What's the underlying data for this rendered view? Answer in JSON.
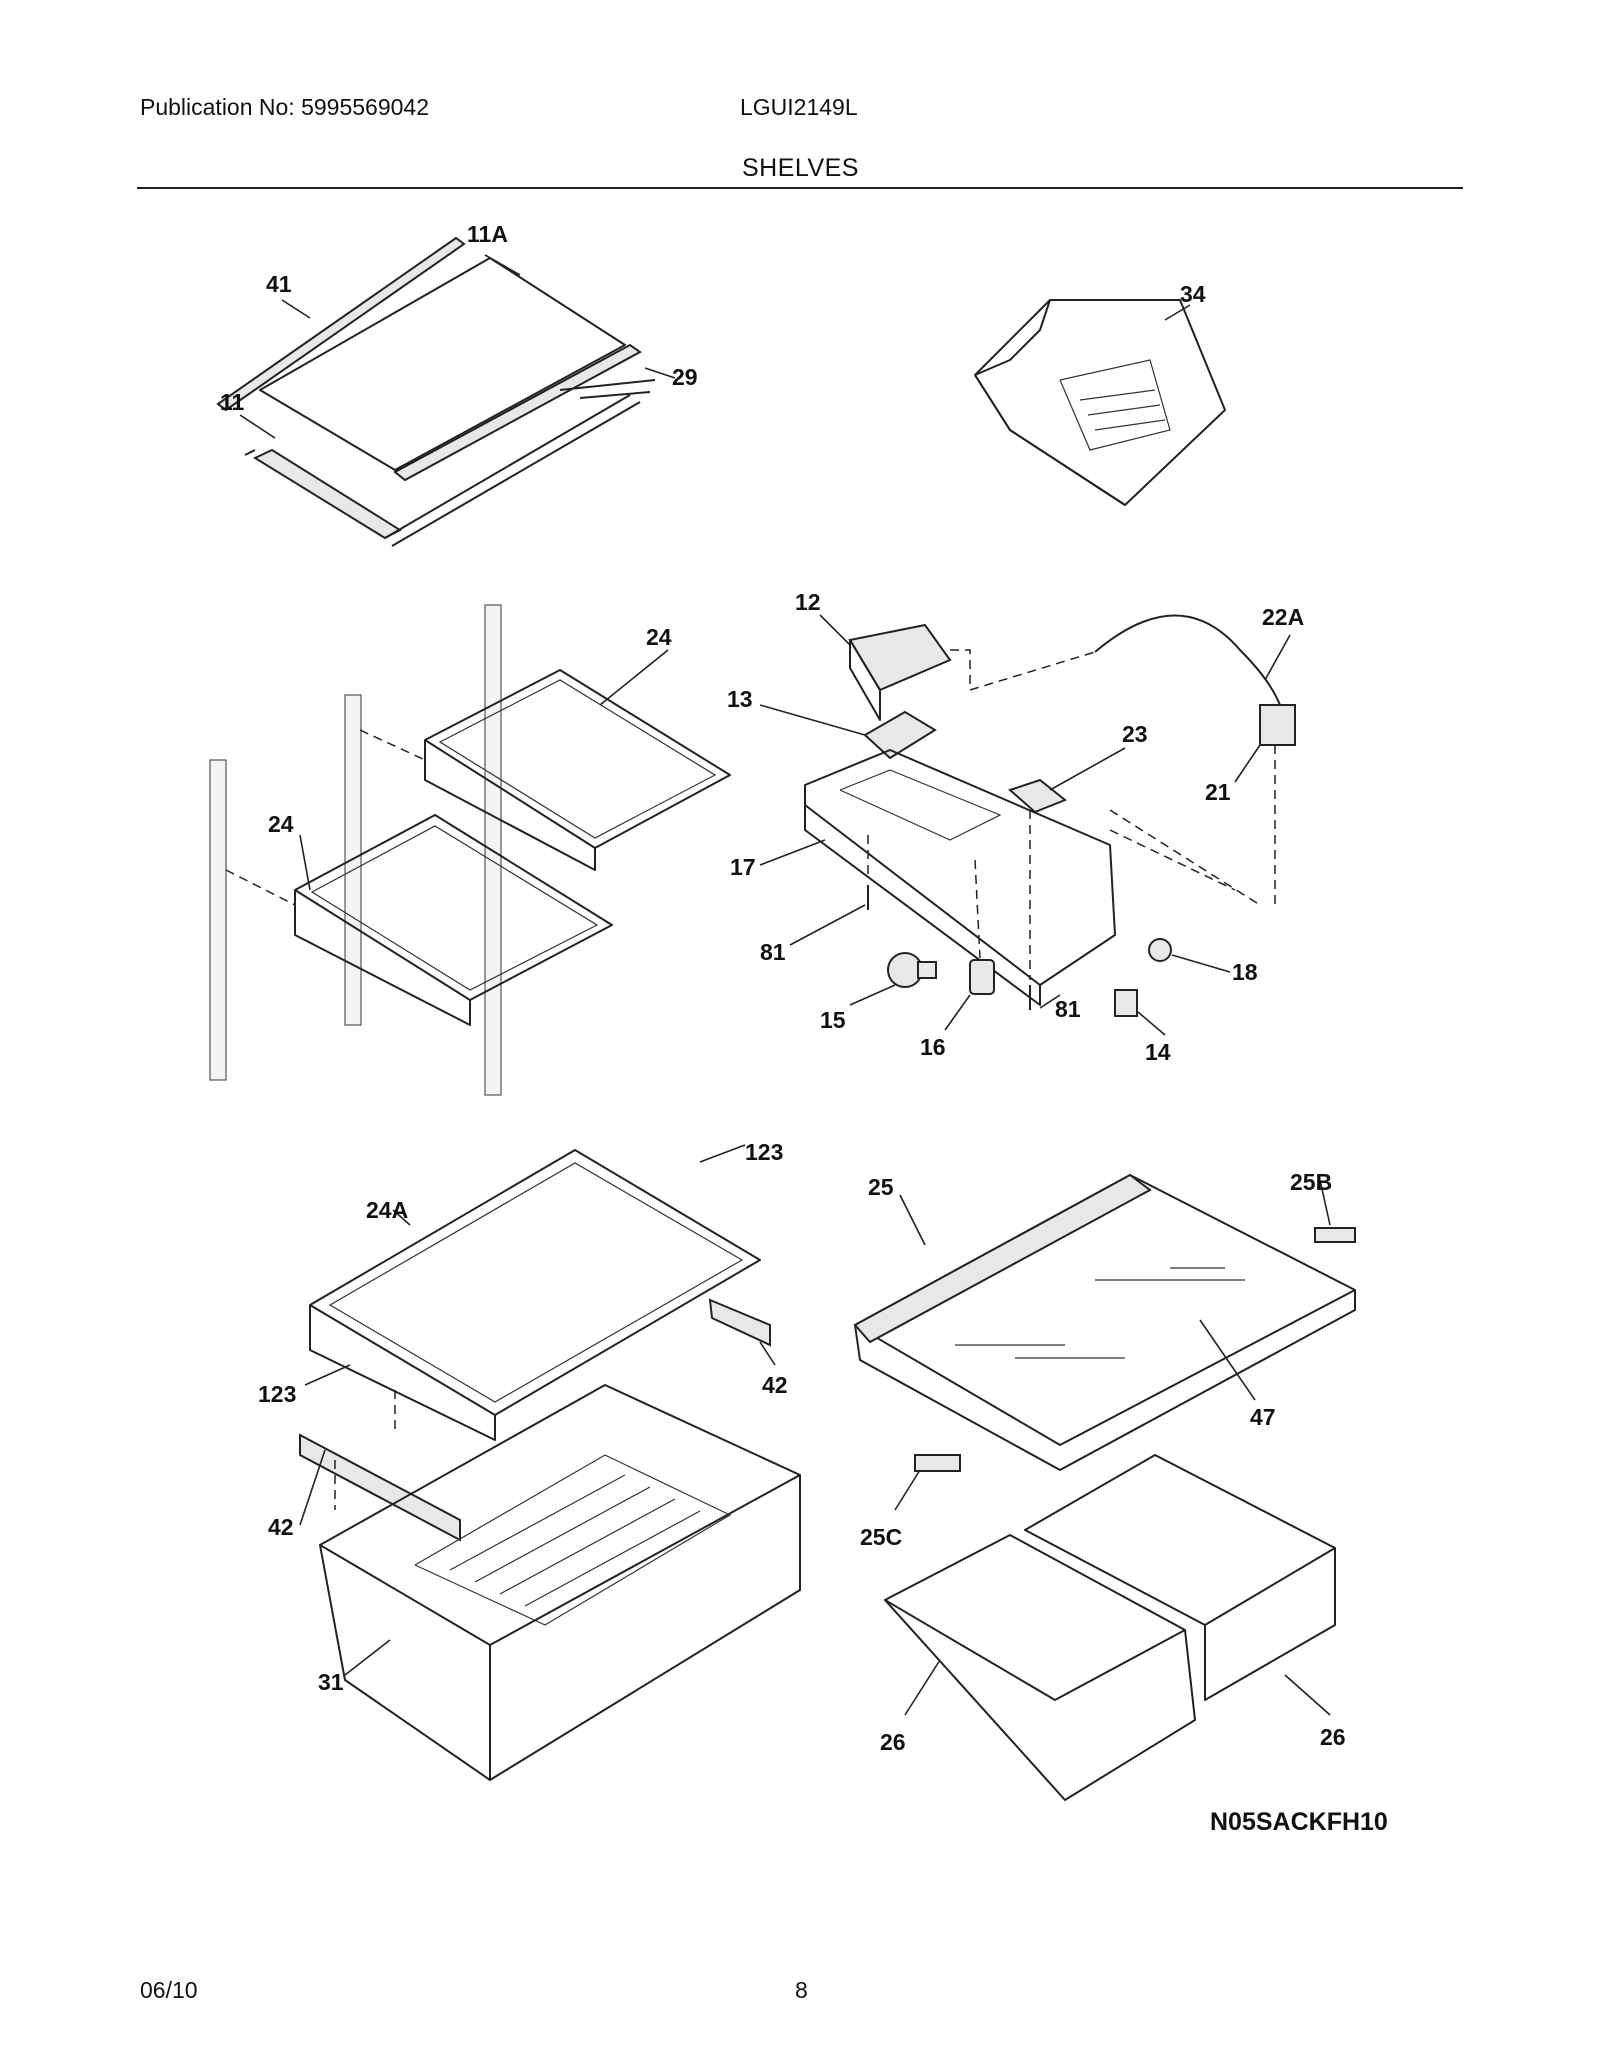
{
  "header": {
    "publication": "Publication No: 5995569042",
    "model": "LGUI2149L",
    "title": "SHELVES"
  },
  "labels": {
    "l41": "41",
    "l11A": "11A",
    "l29": "29",
    "l11": "11",
    "l34": "34",
    "l12": "12",
    "l22A": "22A",
    "l13": "13",
    "l24a": "24",
    "l23": "23",
    "l21": "21",
    "l24b": "24",
    "l17": "17",
    "l81a": "81",
    "l18": "18",
    "l81b": "81",
    "l15": "15",
    "l16": "16",
    "l14": "14",
    "l123a": "123",
    "l25": "25",
    "l25B": "25B",
    "l24A": "24A",
    "l123b": "123",
    "l42a": "42",
    "l47": "47",
    "l42b": "42",
    "l25C": "25C",
    "l31": "31",
    "l26a": "26",
    "l26b": "26"
  },
  "reference_code": "N05SACKFH10",
  "footer": {
    "date": "06/10",
    "page": "8"
  }
}
